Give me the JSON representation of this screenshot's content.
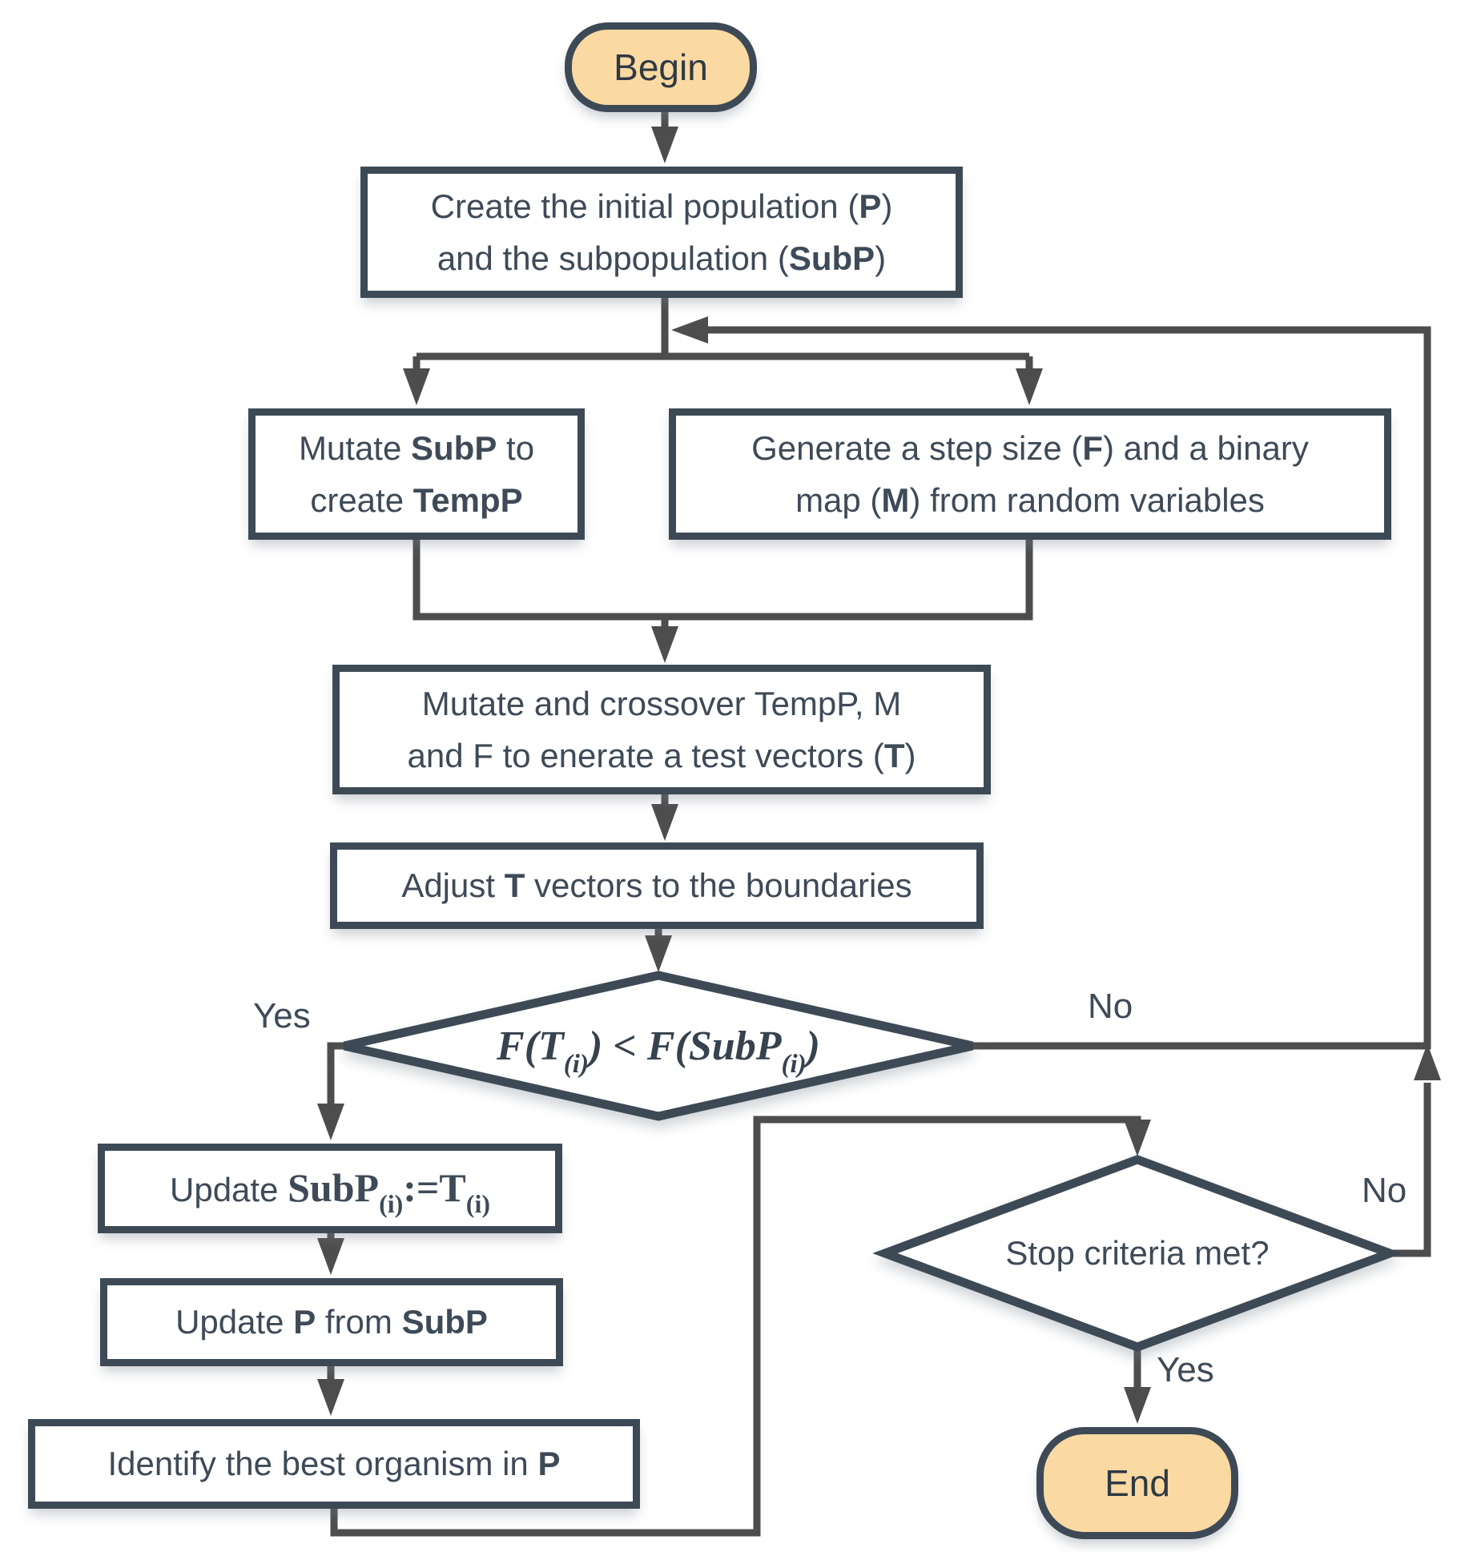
{
  "title": "Differential evolution flowchart",
  "nodes": {
    "begin": {
      "label": "Begin"
    },
    "create": {
      "l1a": "Create the initial population (",
      "l1b": "P",
      "l1c": ")",
      "l2a": "and the subpopulation (",
      "l2b": "SubP",
      "l2c": ")"
    },
    "mutate": {
      "l1a": "Mutate ",
      "l1b": "SubP",
      "l1c": " to",
      "l2a": "create ",
      "l2b": "TempP"
    },
    "generate": {
      "l1a": "Generate a step size (",
      "l1b": "F",
      "l1c": ") and a binary",
      "l2a": "map (",
      "l2b": "M",
      "l2c": ") from random variables"
    },
    "crossover": {
      "l1": "Mutate and crossover TempP, M",
      "l2a": "and F to enerate a test vectors (",
      "l2b": "T",
      "l2c": ")"
    },
    "adjust": {
      "a": "Adjust ",
      "b": "T",
      "c": " vectors to the boundaries"
    },
    "decision1": {
      "a": "F(T",
      "sub1": "(i)",
      "b": ") < F(SubP",
      "sub2": "(i)",
      "c": ")"
    },
    "update_subp": {
      "a": "Update ",
      "b": "SubP",
      "sub1": "(i)",
      "c": ":=T",
      "sub2": "(i)"
    },
    "update_p": {
      "a": "Update ",
      "b": "P",
      "c": " from ",
      "d": "SubP"
    },
    "identify": {
      "a": "Identify the best organism in ",
      "b": "P"
    },
    "decision2": {
      "label": "Stop criteria met?"
    },
    "end": {
      "label": "End"
    }
  },
  "edge_labels": {
    "decision1_yes": "Yes",
    "decision1_no": "No",
    "decision2_no": "No",
    "decision2_yes": "Yes"
  },
  "colors": {
    "terminal_fill": "#FBD9A2",
    "node_fill": "#FFFFFF",
    "node_border": "#3D4A56",
    "connector": "#4D4D4D",
    "text": "#3E4A57"
  }
}
